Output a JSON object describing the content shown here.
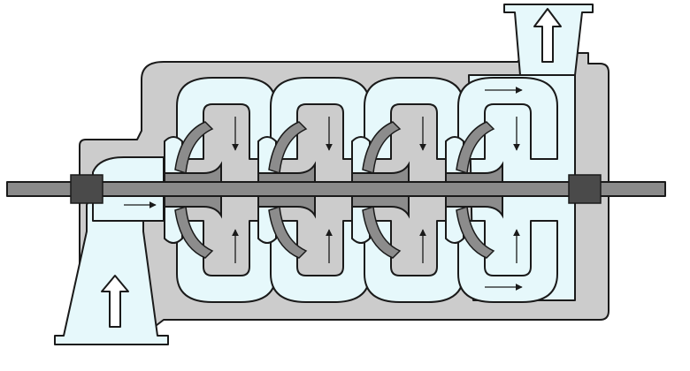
{
  "diagram": {
    "kind": "multistage-centrifugal-pump-cross-section",
    "stage_count": 4,
    "colors": {
      "casing": "#cccccc",
      "fluid": "#e6f8fb",
      "impeller": "#8c8c8c",
      "shaft": "#8a8a8a",
      "seal": "#4a4a4a",
      "outline": "#1a1a1a"
    },
    "icons": {
      "inlet_arrow": "up-arrow-icon",
      "outlet_arrow": "up-arrow-icon",
      "flow_arrow": "flow-arrow-icon"
    },
    "flow": {
      "inlet_direction": "up",
      "outlet_direction": "up"
    }
  }
}
